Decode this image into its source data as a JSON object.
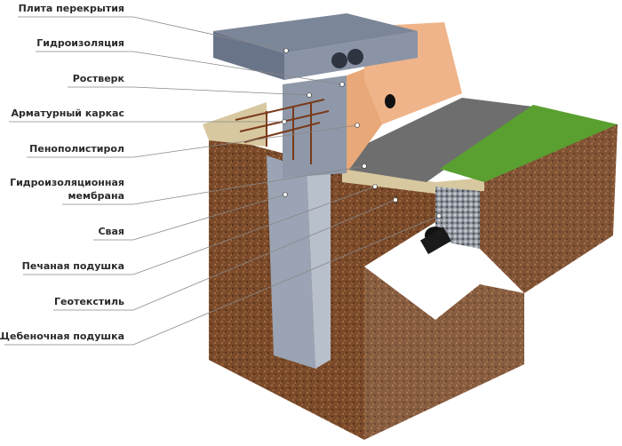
{
  "labels": [
    {
      "id": "slab",
      "text": "Плита перекрытия"
    },
    {
      "id": "waterproofing",
      "text": "Гидроизоляция"
    },
    {
      "id": "grillage",
      "text": "Ростверк"
    },
    {
      "id": "rebar-cage",
      "text": "Арматурный каркас"
    },
    {
      "id": "eps",
      "text": "Пенополистирол"
    },
    {
      "id": "membrane-1",
      "text": "Гидроизоляционная"
    },
    {
      "id": "membrane-2",
      "text": "мембрана"
    },
    {
      "id": "pile",
      "text": "Свая"
    },
    {
      "id": "sand-cushion",
      "text": "Печаная подушка"
    },
    {
      "id": "geotextile",
      "text": "Геотекстиль"
    },
    {
      "id": "gravel-cushion",
      "text": "Щебеночная подушка"
    }
  ],
  "colors": {
    "soil": "#7a4a2a",
    "concrete": "#9aa4b4",
    "insulation": "#e8a878",
    "grass": "#5aa030",
    "asphalt": "#6e6e6e",
    "sand": "#d8c8a0"
  }
}
